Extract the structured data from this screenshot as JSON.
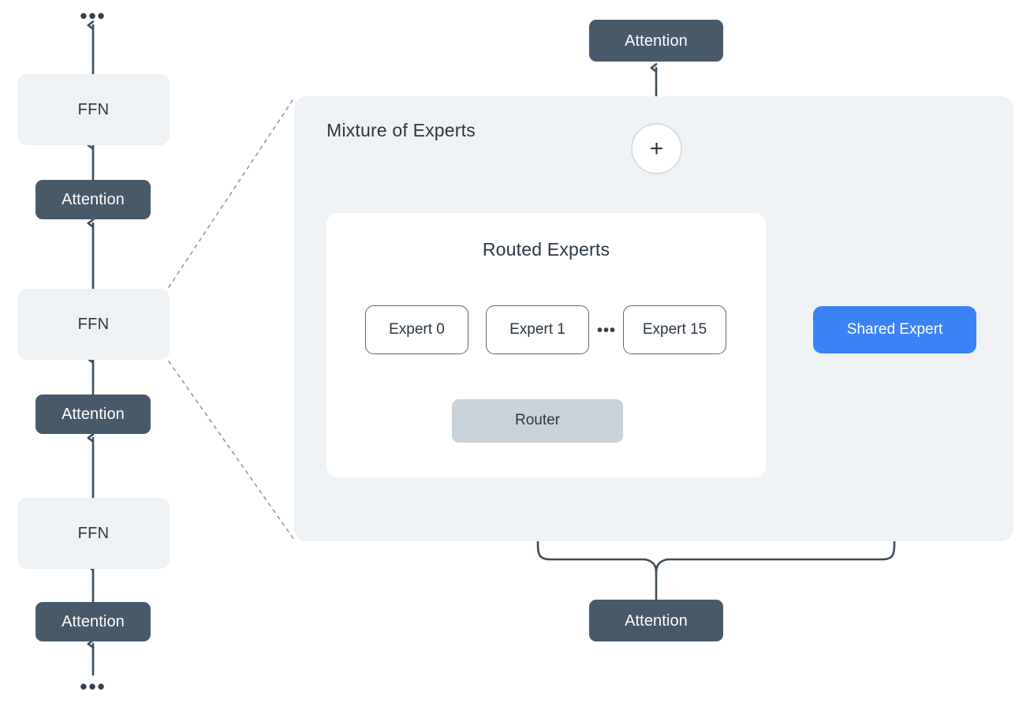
{
  "diagram": {
    "title": "Mixture of Experts architecture diagram",
    "colors": {
      "background": "#ffffff",
      "attention_fill": "#48596a",
      "attention_text": "#ffffff",
      "ffn_fill": "#eef2f5",
      "panel_fill": "#eef2f5",
      "card_fill": "#ffffff",
      "expert_border": "#56687a",
      "router_fill": "#c9d1d9",
      "shared_expert_fill": "#3b82f6",
      "edge_stroke": "#3c4c5a",
      "dashed_stroke": "#8b98ad",
      "text_dark": "#2b3742"
    }
  },
  "left_stack": {
    "name": "transformer-layer-stack",
    "items": [
      {
        "id": "top-ellipsis",
        "type": "ellipsis",
        "label": "•••"
      },
      {
        "id": "ffn-top",
        "type": "ffn",
        "label": "FFN"
      },
      {
        "id": "attention-upper",
        "type": "attention",
        "label": "Attention"
      },
      {
        "id": "ffn-middle",
        "type": "ffn",
        "label": "FFN"
      },
      {
        "id": "attention-lower",
        "type": "attention",
        "label": "Attention"
      },
      {
        "id": "ffn-bottom",
        "type": "ffn",
        "label": "FFN"
      },
      {
        "id": "attention-base",
        "type": "attention",
        "label": "Attention"
      },
      {
        "id": "bottom-ellipsis",
        "type": "ellipsis",
        "label": "•••"
      }
    ]
  },
  "moe": {
    "panel_title": "Mixture of Experts",
    "output_attention_label": "Attention",
    "input_attention_label": "Attention",
    "sum_symbol": "+",
    "routed": {
      "title": "Routed Experts",
      "experts": [
        {
          "id": "expert-0",
          "label": "Expert 0"
        },
        {
          "id": "expert-1",
          "label": "Expert 1"
        },
        {
          "id": "expert-15",
          "label": "Expert 15"
        }
      ],
      "expert_ellipsis": "•••",
      "router_label": "Router"
    },
    "shared_expert_label": "Shared Expert"
  }
}
